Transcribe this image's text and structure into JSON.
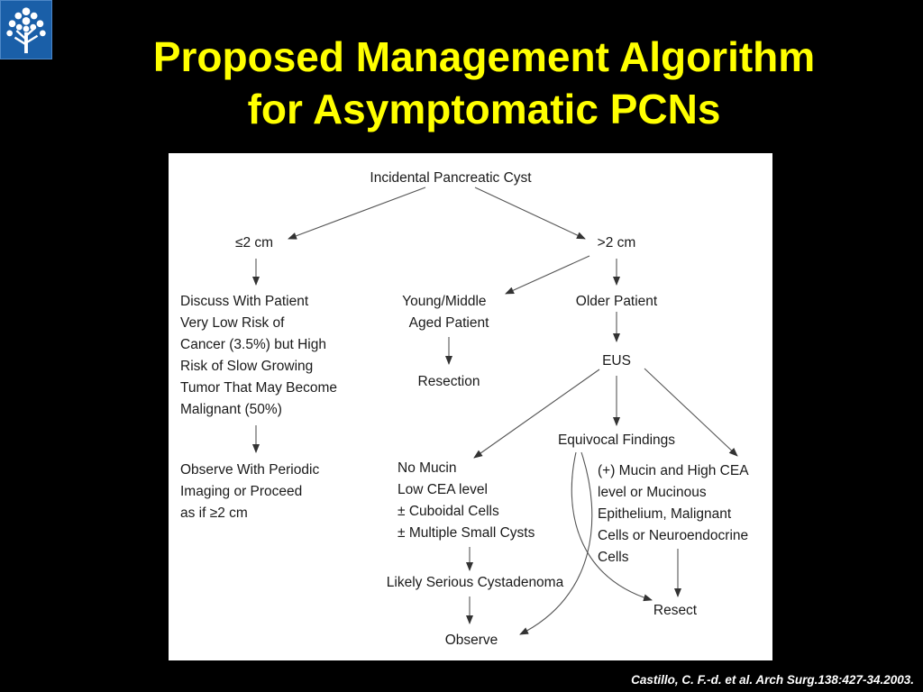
{
  "slide": {
    "title_line1": "Proposed Management Algorithm",
    "title_line2": "for Asymptomatic PCNs",
    "citation": "Castillo, C. F.-d. et al. Arch Surg.138:427-34.2003."
  },
  "logo": {
    "icon": "tree-icon"
  },
  "algorithm": {
    "root": "Incidental Pancreatic Cyst",
    "small": "≤2 cm",
    "large": ">2 cm",
    "discuss": [
      "Discuss With Patient",
      "Very Low Risk of",
      "Cancer (3.5%) but High",
      "Risk of Slow Growing",
      "Tumor That May Become",
      "Malignant (50%)"
    ],
    "observe_periodic": [
      "Observe With Periodic",
      "Imaging or Proceed",
      "as if ≥2 cm"
    ],
    "young": [
      "Young/Middle",
      "Aged Patient"
    ],
    "resection": "Resection",
    "older": "Older Patient",
    "eus": "EUS",
    "equivocal": "Equivocal Findings",
    "no_mucin": [
      "No Mucin",
      "Low CEA level",
      "± Cuboidal Cells",
      "± Multiple Small Cysts"
    ],
    "mucin": [
      "(+) Mucin and High CEA",
      "level or Mucinous",
      "Epithelium, Malignant",
      "Cells or Neuroendocrine",
      "Cells"
    ],
    "serous": "Likely Serious Cystadenoma",
    "observe": "Observe",
    "resect": "Resect"
  }
}
